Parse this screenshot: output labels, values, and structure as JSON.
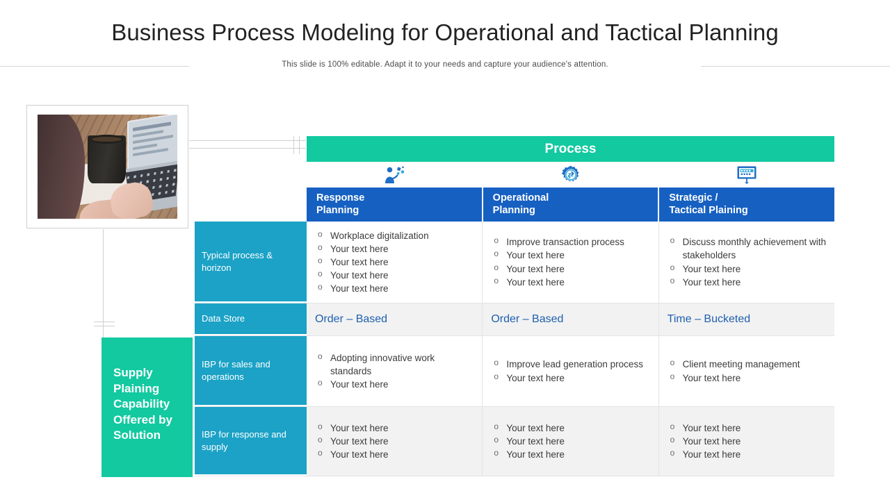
{
  "slide": {
    "title": "Business Process Modeling for Operational and Tactical Planning",
    "subtitle": "This slide is 100% editable. Adapt it to your needs and capture your audience's attention."
  },
  "media": {
    "photo_alt": "woman holding coffee mug working at laptop"
  },
  "colors": {
    "green": "#12C9A0",
    "blue": "#1660C2",
    "teal": "#1BA2C6",
    "value_blue": "#1F5FAF",
    "row_gray": "#f2f2f2"
  },
  "side_label": {
    "text": "Supply Plaining Capability Offered by Solution"
  },
  "table": {
    "banner": "Process",
    "icons": [
      {
        "name": "person-brainstorm-icon"
      },
      {
        "name": "gear-process-icon"
      },
      {
        "name": "presentation-board-icon"
      }
    ],
    "columns": [
      {
        "label": "Response\nPlanning"
      },
      {
        "label": "Operational\nPlanning"
      },
      {
        "label": "Strategic /\nTactical Plaining"
      }
    ],
    "rows": [
      {
        "label": "Typical process & horizon",
        "type": "bullets",
        "cells": [
          [
            "Workplace digitalization",
            "Your text here",
            "Your text here",
            "Your text here",
            "Your text here"
          ],
          [
            "Improve transaction process",
            "Your text here",
            "Your text here",
            "Your text here"
          ],
          [
            "Discuss monthly  achievement with stakeholders",
            "Your text here",
            "Your text here"
          ]
        ]
      },
      {
        "label": "Data Store",
        "type": "plain",
        "cells": [
          "Order – Based",
          "Order – Based",
          "Time – Bucketed"
        ]
      },
      {
        "label": "IBP for sales and operations",
        "type": "bullets",
        "cells": [
          [
            "Adopting innovative work standards",
            "Your text here"
          ],
          [
            "Improve lead generation process",
            "Your text here"
          ],
          [
            "Client meeting management",
            "Your text here"
          ]
        ]
      },
      {
        "label": "IBP for response and supply",
        "type": "bullets",
        "cells": [
          [
            "Your text here",
            "Your text here",
            "Your text here"
          ],
          [
            "Your text here",
            "Your text here",
            "Your text here"
          ],
          [
            "Your text here",
            "Your text here",
            "Your text here"
          ]
        ]
      }
    ]
  }
}
